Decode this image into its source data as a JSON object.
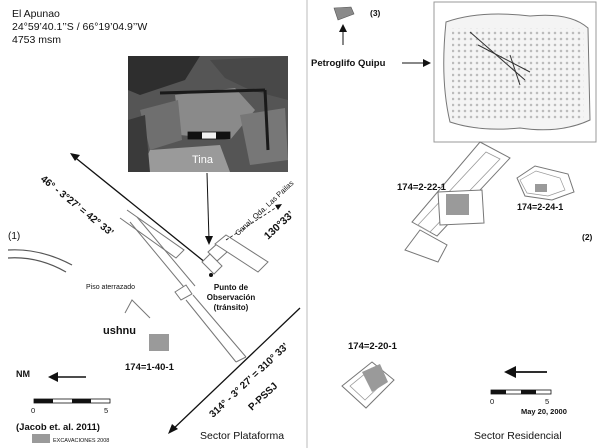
{
  "header": {
    "site_name": "El Apunao",
    "coordinates": "24°59’40.1’’S / 66°19’04.9’’W",
    "elevation": "4753 msm"
  },
  "left_panel": {
    "panel_number": "(1)",
    "photo_caption": "Tina",
    "bearing_upper": "46° - 3°27’ = 42° 33’",
    "bearing_lower": "314° - 3° 27’ = 310° 33’",
    "bearing_canal": "130°33’",
    "canal_label": "Canal, Qda. Las Pailas",
    "observation_point": [
      "Punto de",
      "Observación",
      "(tránsito)"
    ],
    "terrace_label": "Piso aterrazado",
    "ushnu_label": "ushnu",
    "excavation_label": "174=1-40-1",
    "survey_point": "P-PSSJ",
    "north_label": "NM",
    "scale_ticks": [
      "0",
      "5"
    ],
    "citation": "(Jacob et. al. 2011)",
    "legend_label": "EXCAVACIONES 2008",
    "sector_name": "Sector Plataforma"
  },
  "right_panel": {
    "inset_number": "(3)",
    "petroglyph_label": "Petroglifo Quipu",
    "panel_number": "(2)",
    "excavation_labels": [
      "174=2-22-1",
      "174=2-24-1",
      "174=2-20-1"
    ],
    "scale_ticks": [
      "0",
      "5"
    ],
    "date": "May 20, 2000",
    "sector_name": "Sector Residencial"
  },
  "colors": {
    "excavation_fill": "#9a9a9a",
    "structure_stroke": "#7a7a7a",
    "text": "#111111"
  }
}
